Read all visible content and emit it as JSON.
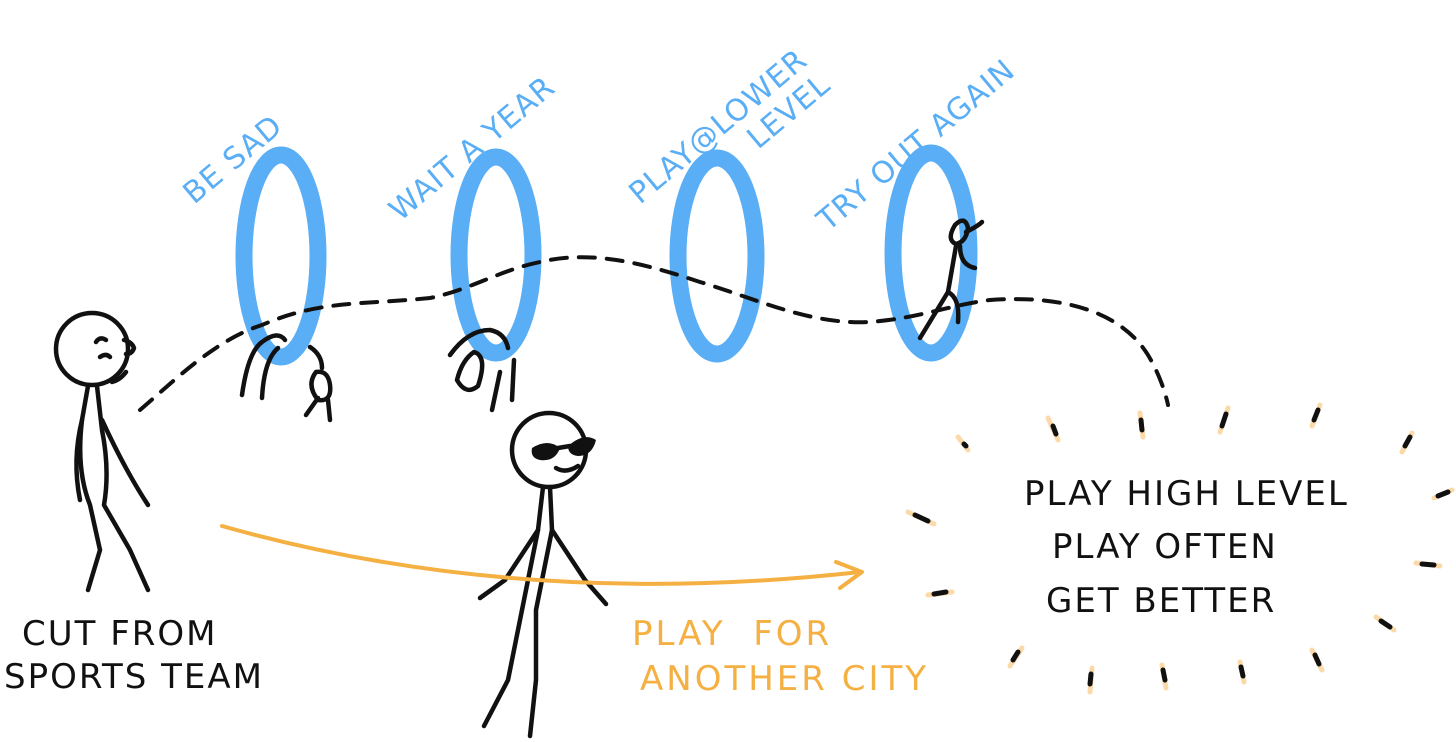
{
  "colors": {
    "hoop_blue": "#5aaef5",
    "alt_path_orange": "#f5b043",
    "ink_black": "#111111",
    "burst_peach": "#fbd9a8"
  },
  "start": {
    "label_line1": "CUT FROM",
    "label_line2": "SPORTS TEAM"
  },
  "hoops": [
    {
      "label_line1": "BE SAD",
      "label_line2": ""
    },
    {
      "label_line1": "WAIT A YEAR",
      "label_line2": ""
    },
    {
      "label_line1": "PLAY@LOWER",
      "label_line2": "LEVEL"
    },
    {
      "label_line1": "TRY OUT AGAIN",
      "label_line2": ""
    }
  ],
  "shortcut": {
    "label_line1": "PLAY  FOR",
    "label_line2": "ANOTHER CITY"
  },
  "goal": {
    "lines": [
      "PLAY HIGH LEVEL",
      "PLAY OFTEN",
      "GET BETTER"
    ]
  }
}
